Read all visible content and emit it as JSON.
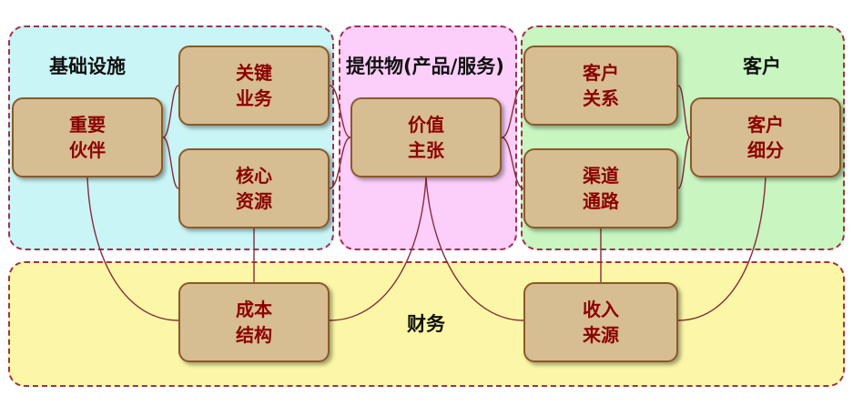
{
  "regions": {
    "infrastructure": "基础设施",
    "offering": "提供物(产品/服务)",
    "customer": "客户",
    "finance": "财务"
  },
  "blocks": {
    "key_partners": "重要\n伙伴",
    "key_activities": "关键\n业务",
    "key_resources": "核心\n资源",
    "value_proposition": "价值\n主张",
    "customer_relationships": "客户\n关系",
    "channels": "渠道\n通路",
    "customer_segments": "客户\n细分",
    "cost_structure": "成本\n结构",
    "revenue_streams": "收入\n来源"
  },
  "colors": {
    "infrastructure_bg": "#c9f5f6",
    "offering_bg": "#fccffb",
    "customer_bg": "#c8f5c0",
    "finance_bg": "#fbf7a6",
    "block_fill": "#d7bd92",
    "block_text": "#8b0000",
    "border": "#a0304a"
  }
}
